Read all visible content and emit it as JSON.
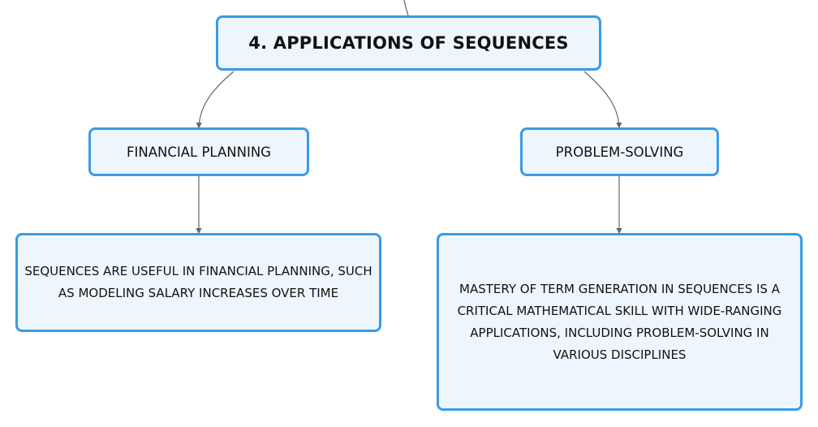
{
  "root": {
    "label": "4. APPLICATIONS OF SEQUENCES"
  },
  "branches": {
    "left": {
      "label": "FINANCIAL PLANNING",
      "detail": "SEQUENCES ARE USEFUL IN FINANCIAL PLANNING, SUCH AS MODELING SALARY INCREASES OVER TIME"
    },
    "right": {
      "label": "PROBLEM-SOLVING",
      "detail": "MASTERY OF TERM GENERATION IN SEQUENCES IS A CRITICAL MATHEMATICAL SKILL WITH WIDE-RANGING APPLICATIONS, INCLUDING PROBLEM-SOLVING IN VARIOUS DISCIPLINES"
    }
  },
  "colors": {
    "node_border": "#3a9be6",
    "node_fill": "#eef6fd",
    "connector": "#666666",
    "text": "#111111"
  }
}
